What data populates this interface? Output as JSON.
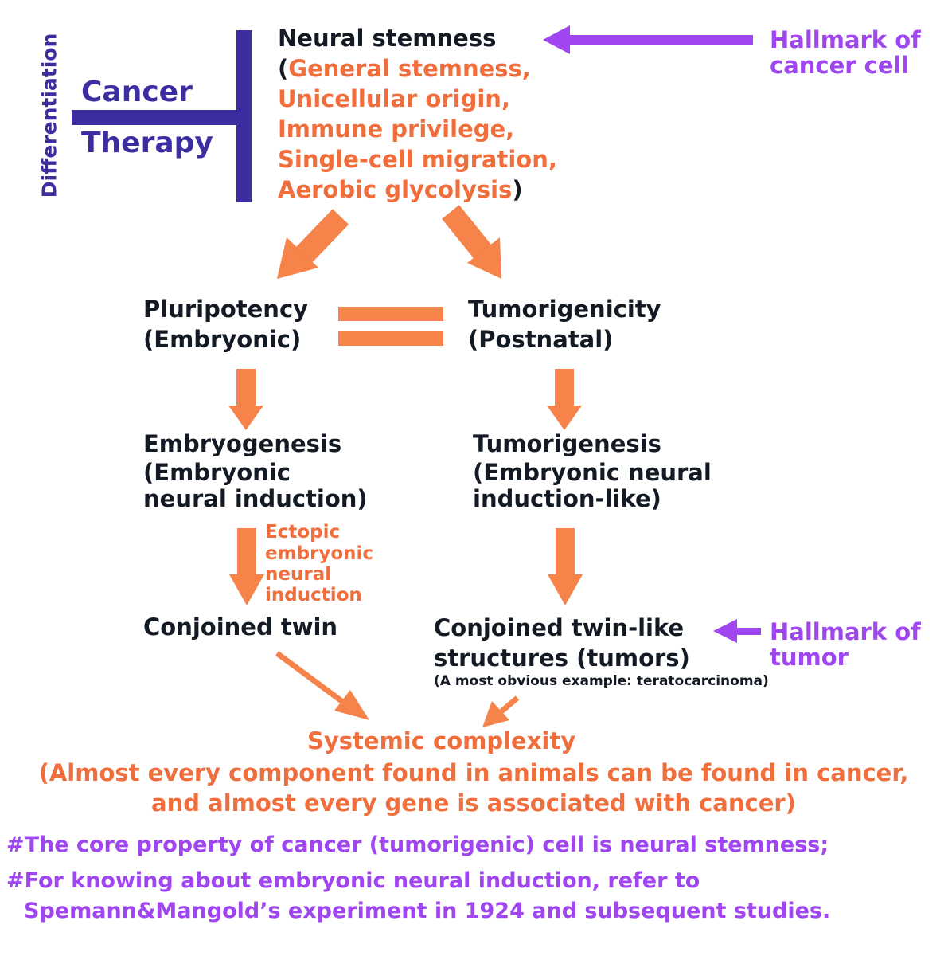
{
  "colors": {
    "dark": "#141a24",
    "orange": "#f06e3c",
    "purple": "#a046f0",
    "indigo": "#3c2ea0",
    "arrow_orange": "#f5834a"
  },
  "therapy": {
    "vertical_label": "Differentiation",
    "line1": "Cancer",
    "line2": "Therapy"
  },
  "neural_stemness": {
    "title": "Neural stemness",
    "open_paren": "(",
    "items": [
      "General stemness,",
      "Unicellular origin,",
      "Immune privilege,",
      "Single-cell migration,",
      "Aerobic glycolysis"
    ],
    "close_paren": ")"
  },
  "hallmark_cancer_cell": {
    "line1": "Hallmark of",
    "line2": "cancer cell"
  },
  "pluripotency": {
    "line1": "Pluripotency",
    "line2": "(Embryonic)"
  },
  "tumorigenicity": {
    "line1": "Tumorigenicity",
    "line2": "(Postnatal)"
  },
  "embryogenesis": {
    "line1": "Embryogenesis",
    "line2": "(Embryonic",
    "line3": "neural induction)"
  },
  "tumorigenesis": {
    "line1": "Tumorigenesis",
    "line2": "(Embryonic neural",
    "line3": "induction-like)"
  },
  "ectopic": {
    "line1": "Ectopic",
    "line2": "embryonic",
    "line3": "neural",
    "line4": "induction"
  },
  "conjoined_twin": "Conjoined twin",
  "conjoined_like": {
    "line1": "Conjoined twin-like",
    "line2": "structures (tumors)",
    "example": "(A most obvious example: teratocarcinoma)"
  },
  "hallmark_tumor": {
    "line1": "Hallmark of",
    "line2": "tumor"
  },
  "systemic": {
    "title": "Systemic complexity",
    "line1": "(Almost every component found in animals can be found in cancer,",
    "line2": "and almost every gene is associated with cancer)"
  },
  "notes": {
    "line1": "#The core property of cancer (tumorigenic) cell is neural stemness;",
    "line2": "#For knowing about embryonic neural induction, refer to",
    "line3": "Spemann&Mangold’s experiment in 1924 and subsequent studies."
  }
}
